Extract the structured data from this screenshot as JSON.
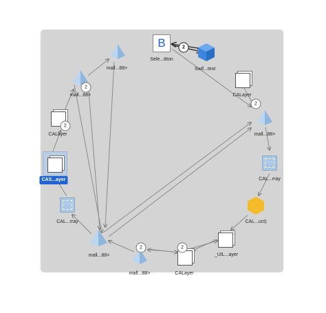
{
  "nodes": {
    "button": {
      "label": "Sele...ttton",
      "glyph": "B"
    },
    "swift_text": {
      "label": "Swif...text"
    },
    "calayer_top_right": {
      "label": "CALayer"
    },
    "mall_top": {
      "label": "mall...88>"
    },
    "mall_upper_left": {
      "label": "mall...88>"
    },
    "calayer_left": {
      "label": "CALayer"
    },
    "cas_layer": {
      "label": "CAS...ayer"
    },
    "cal_array_left": {
      "label": "CAL...rray"
    },
    "mall_bottom_left": {
      "label": "mall...88>"
    },
    "mall_bottom": {
      "label": "mall...88>"
    },
    "calayer_bottom": {
      "label": "CALayer"
    },
    "uil_layer": {
      "label": "_UIL...ayer"
    },
    "cal_uct": {
      "label": "CAL...uct)"
    },
    "cal_array_right": {
      "label": "CAL...rray"
    },
    "mall_right": {
      "label": "mall...88>"
    }
  },
  "badges": {
    "top": "2",
    "right": "2",
    "upper_left": "2",
    "left": "2",
    "bottom": "2",
    "bottom_right": "2"
  },
  "colors": {
    "canvas": "#d4d4d4",
    "selection": "#1f63d6",
    "cube": "#3c86e0",
    "hexagon": "#f4bb2c",
    "pyramid": "#9fc3e8",
    "edge": "#8a8a8a"
  }
}
